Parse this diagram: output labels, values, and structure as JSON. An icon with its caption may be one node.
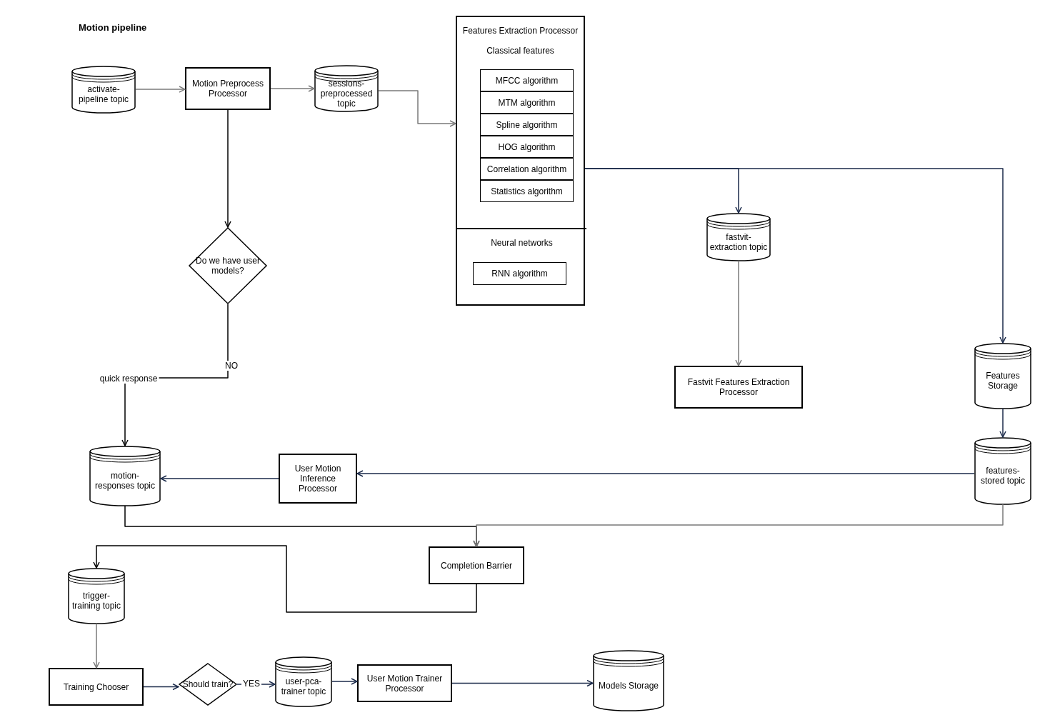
{
  "diagram": {
    "title": "Motion pipeline",
    "nodes": [
      {
        "text": [
          "activate-pipeline topic"
        ]
      },
      {
        "text": [
          "Motion Preprocess Processor"
        ]
      },
      {
        "text": [
          "sessions-preprocessed topic"
        ]
      },
      {
        "text": [
          "Features Extraction Processor",
          "Classical features"
        ]
      },
      {
        "text": [
          "MFCC algorithm"
        ],
        "in": 3
      },
      {
        "text": [
          "MTM algorithm"
        ],
        "in": 3
      },
      {
        "text": [
          "Spline algorithm"
        ],
        "in": 3
      },
      {
        "text": [
          "HOG algorithm"
        ],
        "in": 3
      },
      {
        "text": [
          "Correlation algorithm"
        ],
        "in": 3
      },
      {
        "text": [
          "Statistics algorithm"
        ],
        "in": 3
      },
      {
        "text": [
          "Neural networks"
        ],
        "in": 3
      },
      {
        "text": [
          "RNN algorithm"
        ],
        "in": 10
      },
      {
        "text": [
          "Do we have user models?"
        ]
      },
      {
        "text": [
          "fastvit-extraction topic"
        ]
      },
      {
        "text": [
          "Fastvit Features Extraction Processor"
        ]
      },
      {
        "text": [
          "Features Storage"
        ]
      },
      {
        "text": [
          "motion-responses topic"
        ]
      },
      {
        "text": [
          "User Motion Inference Processor"
        ]
      },
      {
        "text": [
          "features-stored topic"
        ]
      },
      {
        "text": [
          "Completion Barrier"
        ]
      },
      {
        "text": [
          "trigger-training topic"
        ]
      },
      {
        "text": [
          "Training Chooser"
        ]
      },
      {
        "text": [
          "Should train?"
        ]
      },
      {
        "text": [
          "user-pca-trainer topic"
        ]
      },
      {
        "text": [
          "User Motion Trainer Processor"
        ]
      },
      {
        "text": [
          "Models Storage"
        ]
      }
    ],
    "edges": [
      {
        "from": 0,
        "to": 1,
        "arrow": "to",
        "color": "#7a7a7a"
      },
      {
        "from": 1,
        "to": 2,
        "arrow": "to",
        "color": "#7a7a7a"
      },
      {
        "from": 2,
        "to": 3,
        "arrow": "to",
        "color": "#7a7a7a"
      },
      {
        "from": 1,
        "to": 12,
        "arrow": "to",
        "color": "#000000"
      },
      {
        "from": 12,
        "to": 16,
        "arrow": "to",
        "label": "NO",
        "color": "#000000"
      },
      {
        "from": 3,
        "to": 13,
        "arrow": "to"
      },
      {
        "from": 3,
        "to": 15,
        "arrow": "to"
      },
      {
        "from": 13,
        "to": 14,
        "arrow": "to",
        "color": "#7a7a7a"
      },
      {
        "from": 15,
        "to": 18,
        "arrow": "to"
      },
      {
        "from": 18,
        "to": 17,
        "arrow": "to"
      },
      {
        "from": 17,
        "to": 16,
        "arrow": "to"
      },
      {
        "from": 16,
        "to": 19,
        "arrow": "to",
        "color": "#000000"
      },
      {
        "from": 18,
        "to": 19,
        "arrow": "to",
        "color": "#7a7a7a"
      },
      {
        "from": 19,
        "to": 20,
        "arrow": "to",
        "color": "#000000"
      },
      {
        "from": 20,
        "to": 21,
        "arrow": "to",
        "color": "#7a7a7a"
      },
      {
        "from": 21,
        "to": 22,
        "arrow": "to"
      },
      {
        "from": 22,
        "to": 23,
        "arrow": "to",
        "label": "YES"
      },
      {
        "from": 23,
        "to": 24,
        "arrow": "to"
      },
      {
        "from": 24,
        "to": 25,
        "arrow": "to"
      }
    ],
    "labels": [
      "quick response"
    ]
  }
}
